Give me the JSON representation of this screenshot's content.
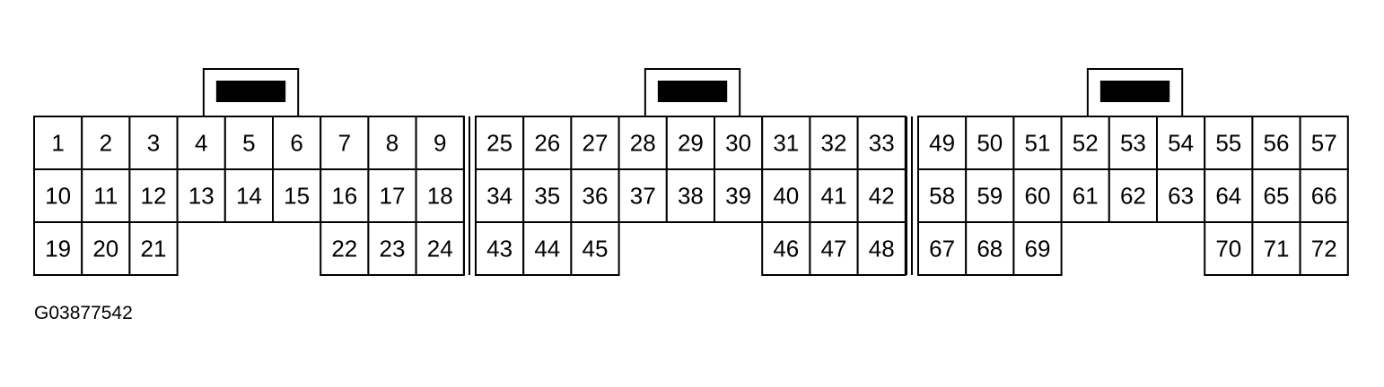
{
  "figure_code": "G03877542",
  "sections": [
    {
      "rows": [
        [
          "1",
          "2",
          "3",
          "4",
          "5",
          "6",
          "7",
          "8",
          "9"
        ],
        [
          "10",
          "11",
          "12",
          "13",
          "14",
          "15",
          "16",
          "17",
          "18"
        ],
        [
          "19",
          "20",
          "21",
          "",
          "",
          "",
          "22",
          "23",
          "24"
        ]
      ]
    },
    {
      "rows": [
        [
          "25",
          "26",
          "27",
          "28",
          "29",
          "30",
          "31",
          "32",
          "33"
        ],
        [
          "34",
          "35",
          "36",
          "37",
          "38",
          "39",
          "40",
          "41",
          "42"
        ],
        [
          "43",
          "44",
          "45",
          "",
          "",
          "",
          "46",
          "47",
          "48"
        ]
      ]
    },
    {
      "rows": [
        [
          "49",
          "50",
          "51",
          "52",
          "53",
          "54",
          "55",
          "56",
          "57"
        ],
        [
          "58",
          "59",
          "60",
          "61",
          "62",
          "63",
          "64",
          "65",
          "66"
        ],
        [
          "67",
          "68",
          "69",
          "",
          "",
          "",
          "70",
          "71",
          "72"
        ]
      ]
    }
  ]
}
